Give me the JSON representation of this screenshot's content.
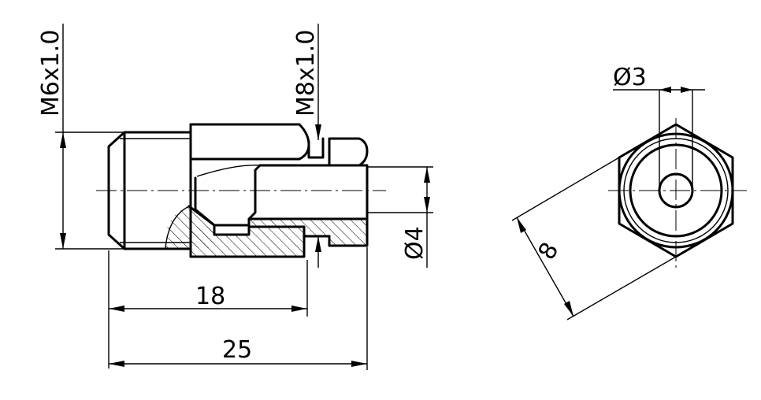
{
  "labels": {
    "thread_left": "M6x1.0",
    "thread_right": "M8x1.0",
    "bore_diameter": "Ø4",
    "length_partial": "18",
    "length_total": "25",
    "hole_diameter": "Ø3",
    "across_flats": "8"
  }
}
